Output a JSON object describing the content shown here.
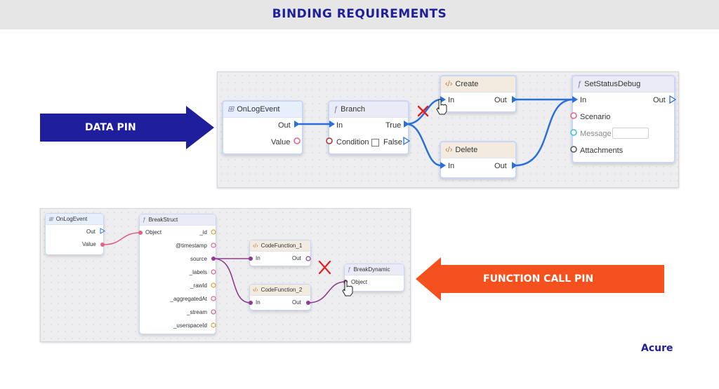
{
  "title": "BINDING REQUIREMENTS",
  "brand": "Acure",
  "colors": {
    "title": "#1f1f9e",
    "data_arrow": "#1f1f9e",
    "fc_arrow": "#f4511e",
    "link_blue": "#2a6fdb",
    "link_purple": "#8e3c8e",
    "link_pink": "#e06088",
    "cross": "#e02020"
  },
  "callouts": {
    "data_pin": "DATA PIN",
    "function_call_pin": "FUNCTION CALL PIN"
  },
  "top_graph": {
    "onlogevent": {
      "title": "OnLogEvent",
      "icon": "event-icon",
      "pins": [
        "Out",
        "Value"
      ]
    },
    "branch": {
      "title": "Branch",
      "icon": "function-icon",
      "pins": [
        "In",
        "True",
        "Condition",
        "False"
      ]
    },
    "create": {
      "title": "Create",
      "icon": "code-icon",
      "pins": [
        "In",
        "Out"
      ]
    },
    "delete": {
      "title": "Delete",
      "icon": "code-icon",
      "pins": [
        "In",
        "Out"
      ]
    },
    "setstatus": {
      "title": "SetStatusDebug",
      "icon": "function-icon",
      "pins": [
        "In",
        "Out",
        "Scenario",
        "Message",
        "Attachments"
      ]
    }
  },
  "bottom_graph": {
    "onlogevent": {
      "title": "OnLogEvent",
      "icon": "event-icon",
      "pins": [
        "Out",
        "Value"
      ]
    },
    "breakstruct": {
      "title": "BreakStruct",
      "icon": "function-icon",
      "inputs": [
        "Object"
      ],
      "outputs": [
        "_id",
        "@timestamp",
        "source",
        "_labels",
        "_rawId",
        "_aggregatedAt",
        "_stream",
        "_userspaceId"
      ]
    },
    "codefunction_1": {
      "title": "CodeFunction_1",
      "icon": "code-icon",
      "pins": [
        "In",
        "Out"
      ]
    },
    "codefunction_2": {
      "title": "CodeFunction_2",
      "icon": "code-icon",
      "pins": [
        "In",
        "Out"
      ]
    },
    "breakdynamic": {
      "title": "BreakDynamic",
      "icon": "function-icon",
      "pins": [
        "Object"
      ]
    }
  }
}
